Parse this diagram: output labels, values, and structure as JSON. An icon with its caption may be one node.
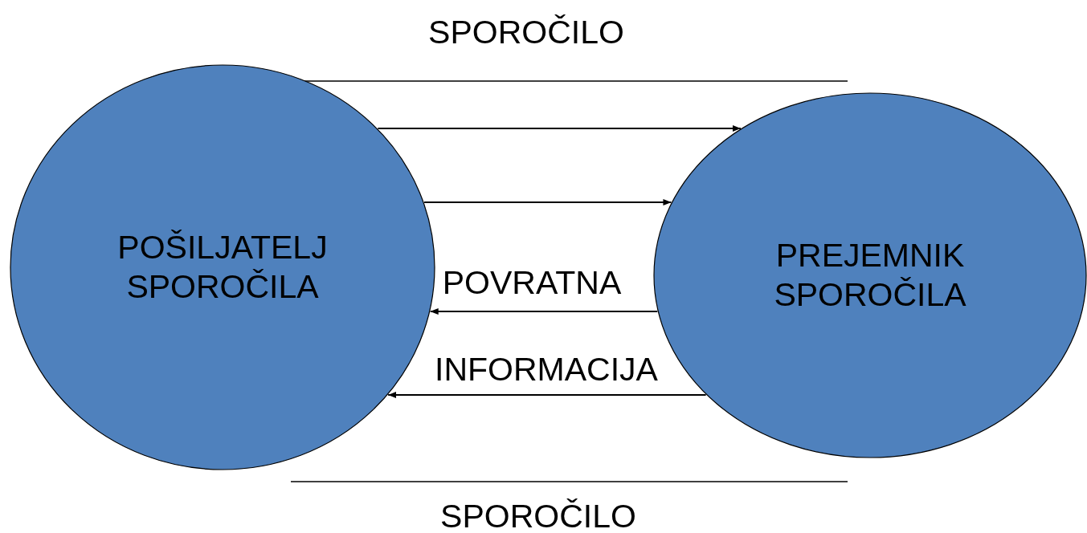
{
  "diagram": {
    "nodes": [
      {
        "text": [
          "POŠILJATELJ SPOROČILA"
        ]
      },
      {
        "text": [
          "PREJEMNIK SPOROČILA"
        ]
      }
    ],
    "edges": [
      {
        "from": 0,
        "to": 1,
        "arrow": "to"
      },
      {
        "from": 0,
        "to": 1,
        "arrow": "to"
      },
      {
        "from": 1,
        "to": 0,
        "arrow": "to"
      },
      {
        "from": 1,
        "to": 0,
        "arrow": "to"
      }
    ],
    "labels": [
      "SPOROČILO",
      "POVRATNA",
      "INFORMACIJA",
      "SPOROČILO"
    ]
  }
}
